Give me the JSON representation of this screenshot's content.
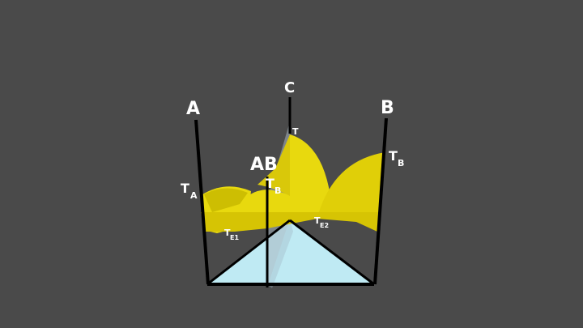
{
  "diagram": {
    "vertices": {
      "a": "A",
      "b": "B",
      "c": "C",
      "ab": "AB"
    },
    "temperatures": {
      "ta_main": "T",
      "ta_sub": "A",
      "tb_main": "T",
      "tb_sub": "B",
      "tb_section_main": "T",
      "tb_section_sub": "B",
      "tc_main": "T",
      "te1_main": "T",
      "te1_sub": "E1",
      "te2_main": "T",
      "te2_sub": "E2"
    },
    "colors": {
      "background": "#4a4a4a",
      "liquidus_surface": "#e8d90e",
      "liquidus_dark": "#c8b800",
      "base_triangle": "#bfeaf3",
      "section_plane": "#a8b4c0",
      "axis_line": "#000000"
    }
  }
}
